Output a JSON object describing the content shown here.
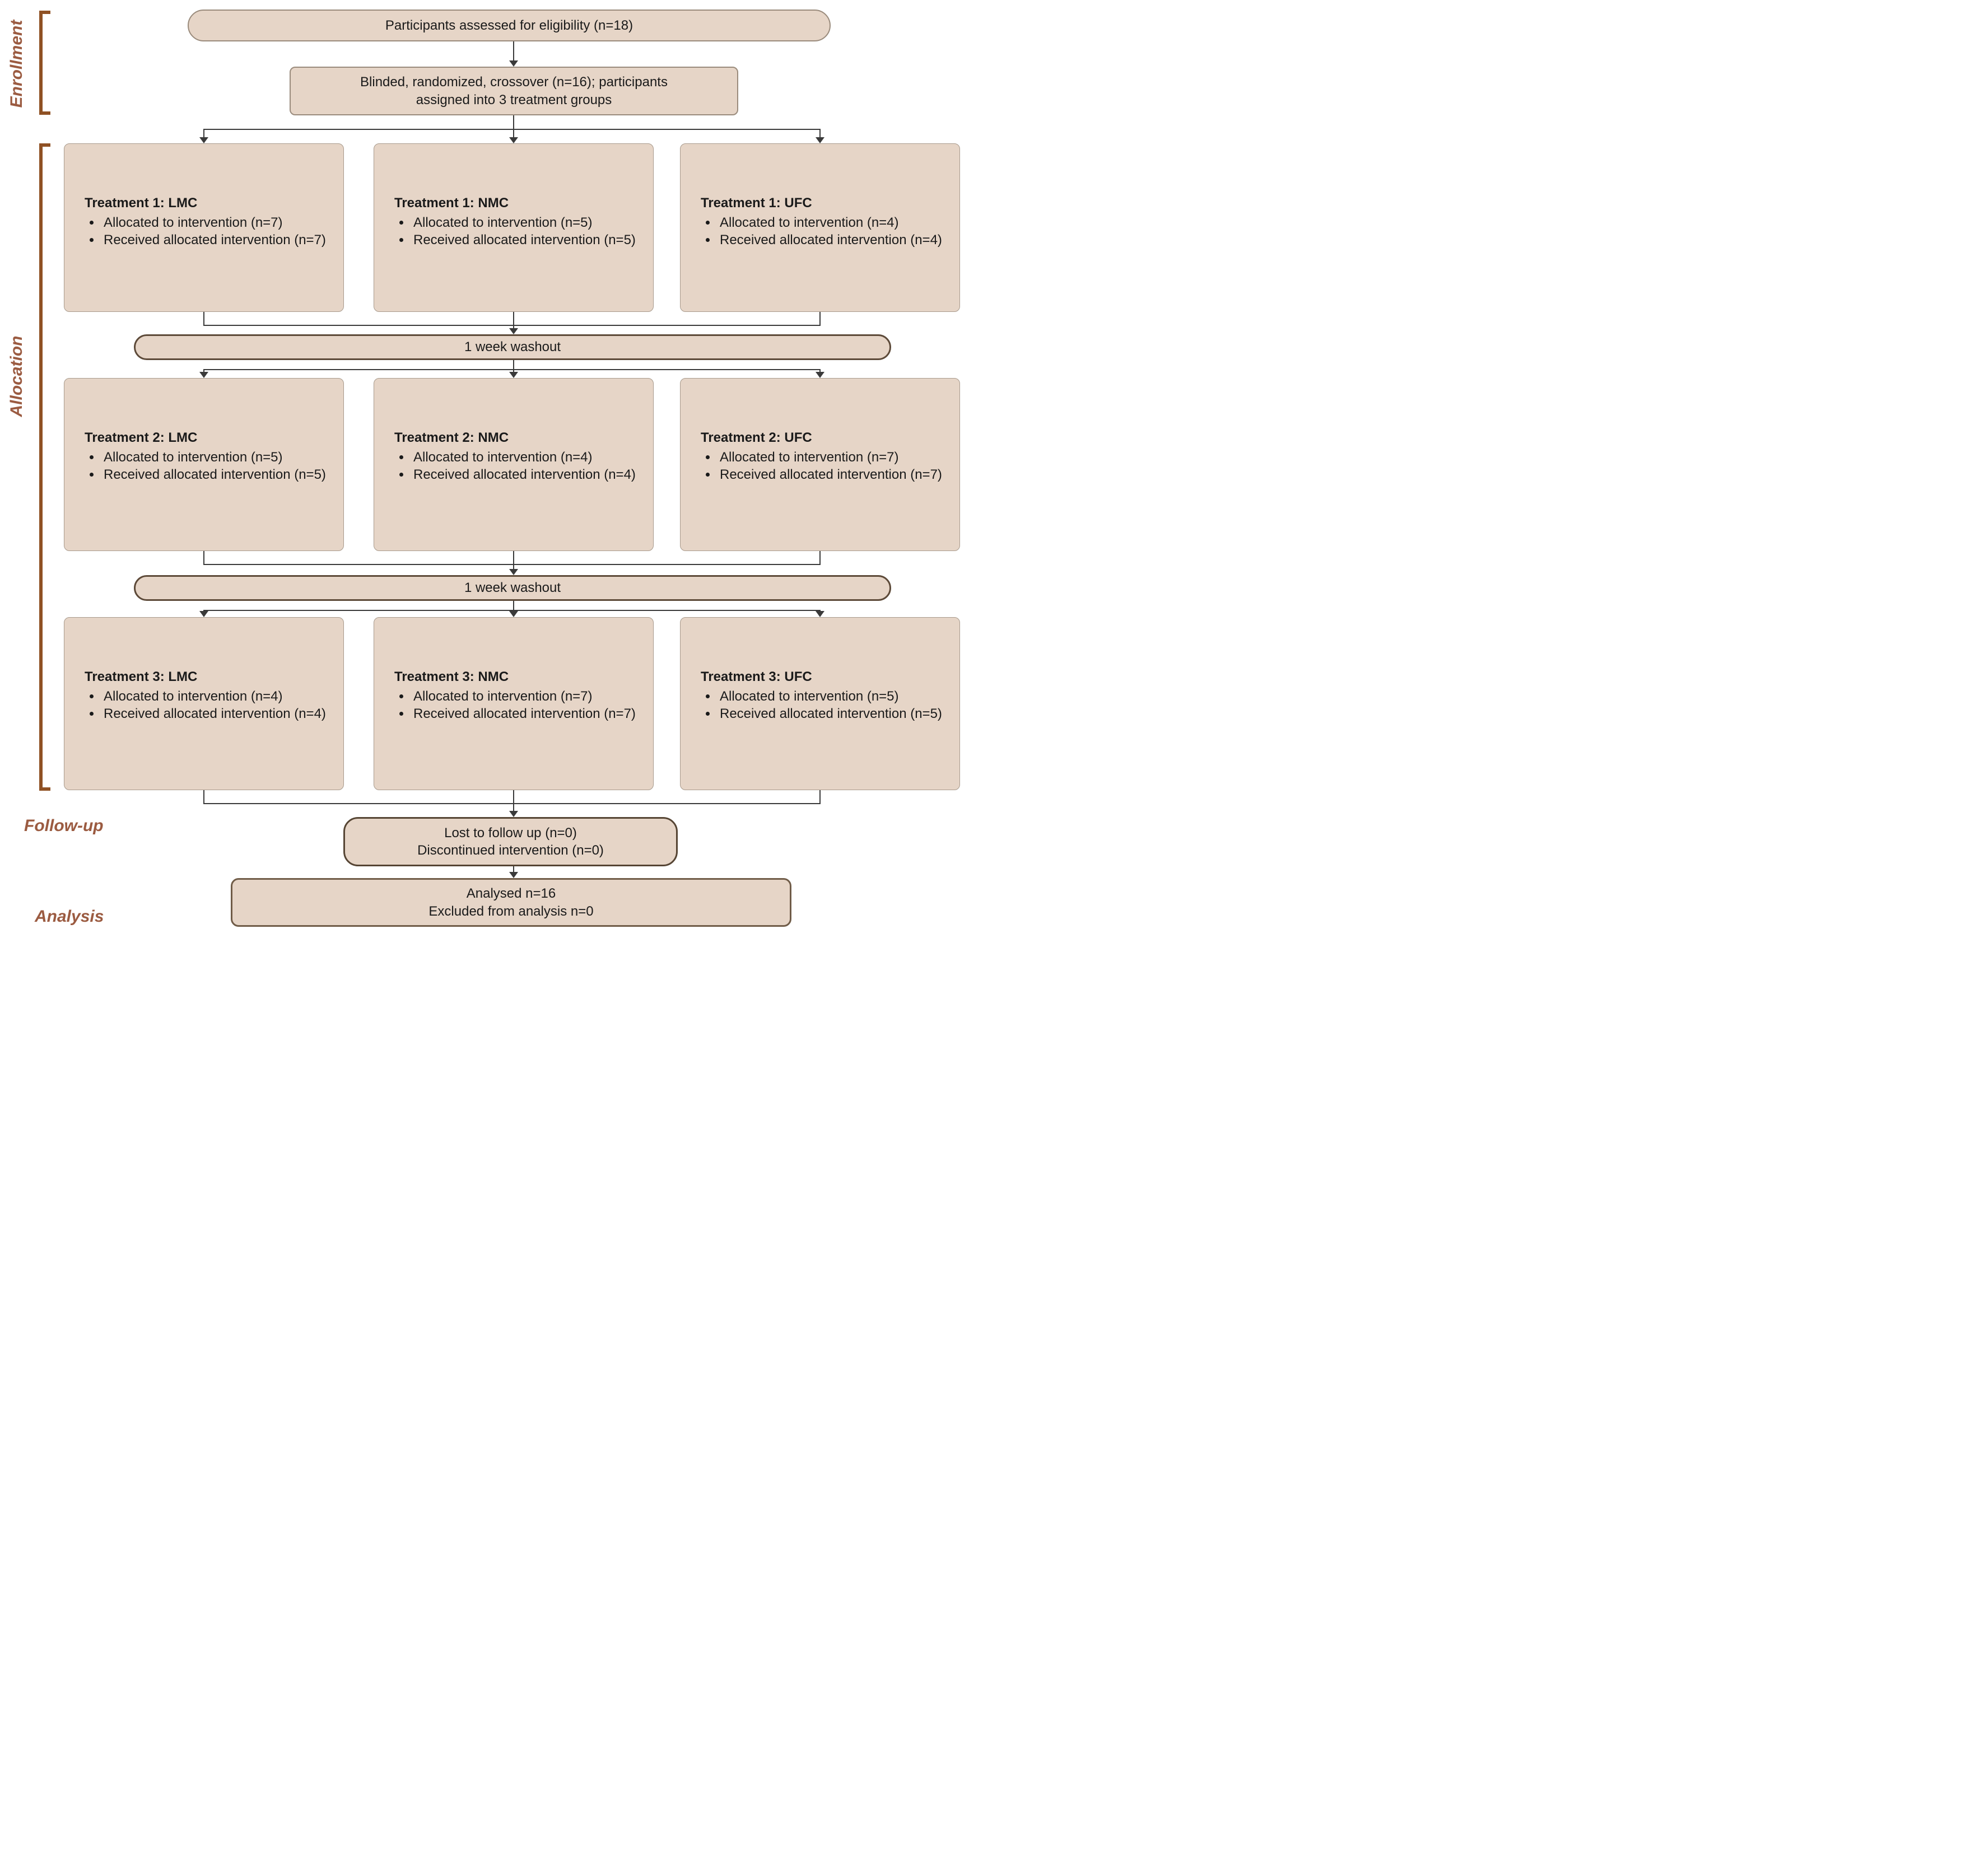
{
  "sections": {
    "enrollment": "Enrollment",
    "allocation": "Allocation",
    "followup": "Follow-up",
    "analysis": "Analysis"
  },
  "flow": {
    "eligibility": "Participants assessed for eligibility (n=18)",
    "randomization": {
      "line1": "Blinded, randomized, crossover (n=16); participants",
      "line2": "assigned into 3 treatment groups"
    },
    "washout1": "1 week washout",
    "washout2": "1 week washout",
    "rows": [
      {
        "boxes": [
          {
            "title": "Treatment 1: LMC",
            "bullets": [
              "Allocated to intervention (n=7)",
              "Received allocated intervention (n=7)"
            ]
          },
          {
            "title": "Treatment 1: NMC",
            "bullets": [
              "Allocated to intervention (n=5)",
              "Received allocated intervention (n=5)"
            ]
          },
          {
            "title": "Treatment 1: UFC",
            "bullets": [
              "Allocated to intervention (n=4)",
              "Received allocated intervention (n=4)"
            ]
          }
        ]
      },
      {
        "boxes": [
          {
            "title": "Treatment 2: LMC",
            "bullets": [
              "Allocated to intervention (n=5)",
              "Received allocated intervention (n=5)"
            ]
          },
          {
            "title": "Treatment 2: NMC",
            "bullets": [
              "Allocated to intervention (n=4)",
              "Received allocated intervention (n=4)"
            ]
          },
          {
            "title": "Treatment 2: UFC",
            "bullets": [
              "Allocated to intervention (n=7)",
              "Received allocated intervention (n=7)"
            ]
          }
        ]
      },
      {
        "boxes": [
          {
            "title": "Treatment 3: LMC",
            "bullets": [
              "Allocated to intervention (n=4)",
              "Received allocated intervention (n=4)"
            ]
          },
          {
            "title": "Treatment 3: NMC",
            "bullets": [
              "Allocated to intervention (n=7)",
              "Received allocated intervention (n=7)"
            ]
          },
          {
            "title": "Treatment 3: UFC",
            "bullets": [
              "Allocated to intervention (n=5)",
              "Received allocated intervention (n=5)"
            ]
          }
        ]
      }
    ],
    "followup_box": {
      "line1": "Lost to follow up (n=0)",
      "line2": "Discontinued intervention (n=0)"
    },
    "analysis_box": {
      "line1": "Analysed n=16",
      "line2": "Excluded from analysis n=0"
    }
  },
  "colors": {
    "box_fill": "#e6d5c7",
    "box_border_light": "#a89a8c",
    "box_border_dark": "#5d4a39",
    "bracket": "#8f5124",
    "section_label": "#9b5b41",
    "connector": "#3a3a3a"
  }
}
